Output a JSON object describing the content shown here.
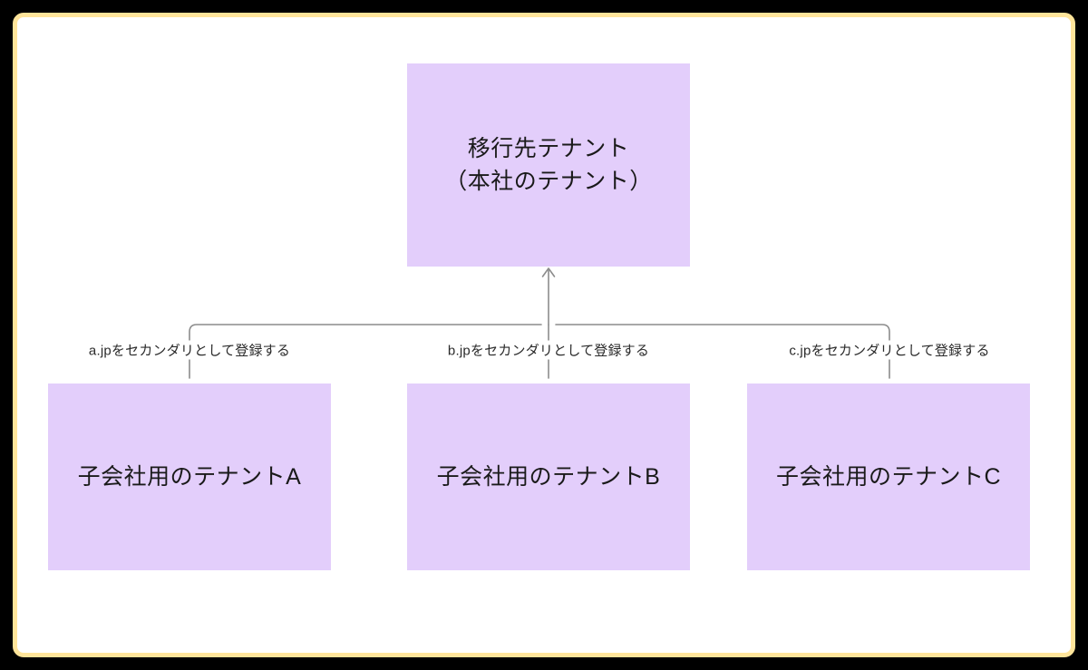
{
  "canvas": {
    "border_color": "#ffe49a",
    "background_color": "#ffffff",
    "outer_background_color": "#000000"
  },
  "diagram": {
    "type": "tree",
    "node_fill_color": "#e3cefb",
    "node_text_color": "#1a1a1a",
    "connector_color": "#8c8c8c",
    "root": {
      "id": "root",
      "label": "移行先テナント\n（本社のテナント）"
    },
    "children": [
      {
        "id": "child-a",
        "label": "子会社用のテナントA",
        "edge_label": "a.jpをセカンダリとして登録する"
      },
      {
        "id": "child-b",
        "label": "子会社用のテナントB",
        "edge_label": "b.jpをセカンダリとして登録する"
      },
      {
        "id": "child-c",
        "label": "子会社用のテナントC",
        "edge_label": "c.jpをセカンダリとして登録する"
      }
    ]
  }
}
